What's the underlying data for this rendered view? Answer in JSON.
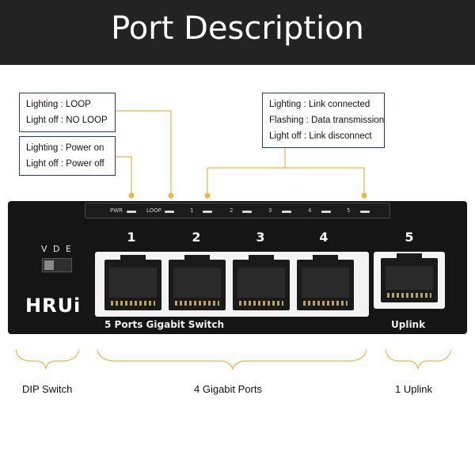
{
  "banner": {
    "title": "Port Description"
  },
  "callouts": {
    "loop": {
      "line1": "Lighting : LOOP",
      "line2": "Light off : NO LOOP"
    },
    "power": {
      "line1": "Lighting : Power on",
      "line2": "Light off : Power off"
    },
    "link": {
      "line1": "Lighting : Link connected",
      "line2": "Flashing : Data transmission",
      "line3": "Light off : Link disconnect"
    }
  },
  "led_panel": {
    "labels": [
      "PWR",
      "LOOP",
      "1",
      "2",
      "3",
      "4",
      "5"
    ]
  },
  "device": {
    "brand": "HRUi",
    "dip_labels": [
      "V",
      "D",
      "E"
    ],
    "port_numbers": [
      "1",
      "2",
      "3",
      "4",
      "5"
    ],
    "caption": "5 Ports Gigabit Switch",
    "uplink_caption": "Uplink"
  },
  "bottom_labels": {
    "dip": "DIP Switch",
    "gigabit": "4 Gigabit Ports",
    "uplink": "1 Uplink"
  },
  "colors": {
    "banner": "#232323",
    "callout_border": "#1f3f7a",
    "leader": "#f0b24a",
    "device": "#151515"
  }
}
